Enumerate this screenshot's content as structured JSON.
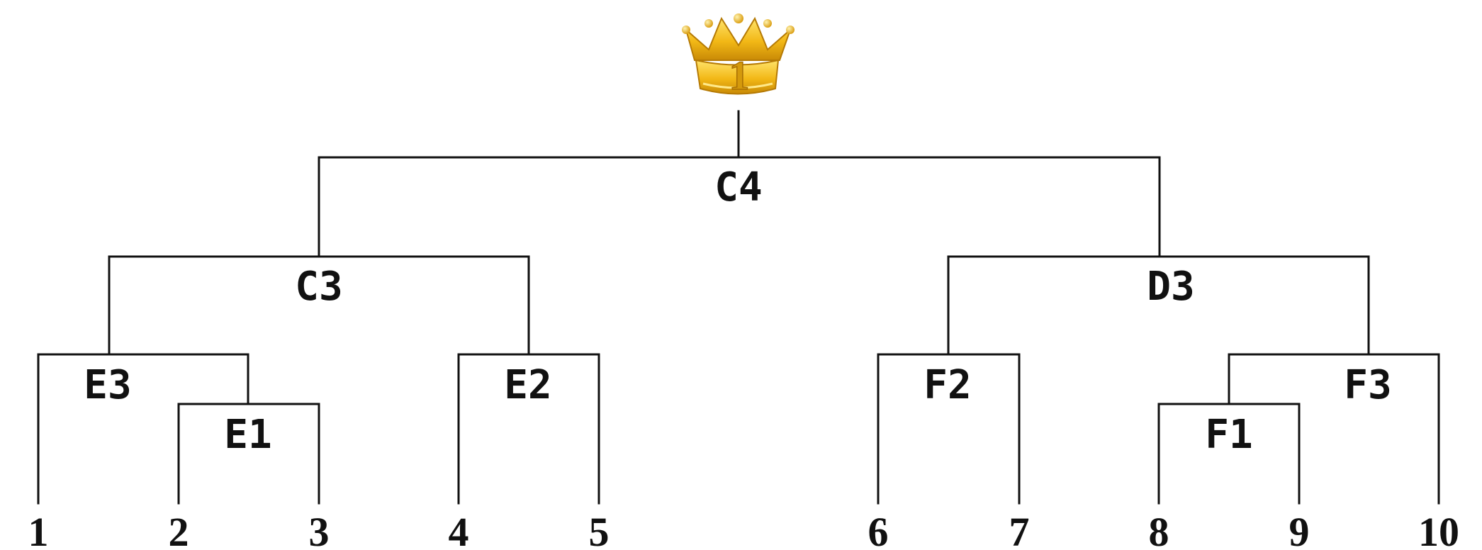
{
  "bracket": {
    "champion_icon": "crown-icon",
    "champion_rank": "1",
    "colors": {
      "line": "#111111",
      "crown_gold": "#f2b816",
      "crown_shadow": "#c98a06"
    },
    "final": {
      "label": "C4"
    },
    "semifinals": [
      {
        "label": "C3"
      },
      {
        "label": "D3"
      }
    ],
    "quarterfinals": [
      {
        "label": "E3"
      },
      {
        "label": "E2"
      },
      {
        "label": "F2"
      },
      {
        "label": "F3"
      }
    ],
    "first_round": [
      {
        "label": "E1"
      },
      {
        "label": "F1"
      }
    ],
    "entrants": [
      "1",
      "2",
      "3",
      "4",
      "5",
      "6",
      "7",
      "8",
      "9",
      "10"
    ]
  }
}
